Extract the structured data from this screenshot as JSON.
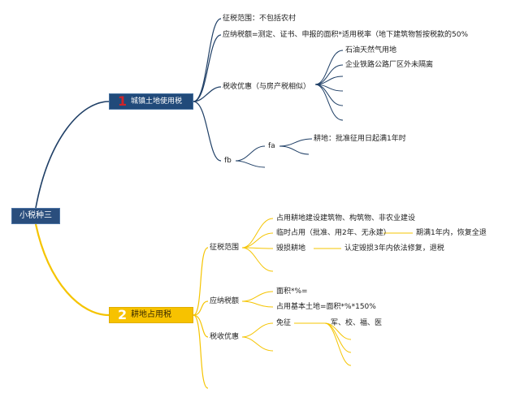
{
  "root": {
    "label": "小税种三"
  },
  "branch1": {
    "number": "1",
    "label": "城镇土地使用税",
    "items": {
      "scope": "征税范围：不包括农村",
      "tax_due": "应纳税额=测定、证书、申报的面积*适用税率（地下建筑物暂按税款的50%",
      "incentives": {
        "label": "税收优惠（与房产税相似）",
        "children": [
          "石油天然气用地",
          "企业铁路公路厂区外未隔离"
        ]
      },
      "fb": {
        "label": "fb",
        "fa": {
          "label": "fa",
          "child": "耕地：批准征用日起满1年时"
        }
      }
    }
  },
  "branch2": {
    "number": "2",
    "label": "耕地占用税",
    "items": {
      "scope": {
        "label": "征税范围",
        "children": [
          "占用耕地建设建筑物、构筑物、非农业建设",
          "临时占用（批准、用2年、无永建）",
          "毁损耕地"
        ],
        "notes": [
          "期满1年内，恢复全退",
          "认定毁损3年内依法修复，退税"
        ]
      },
      "tax_due": {
        "label": "应纳税额",
        "children": [
          "面积*%=",
          "占用基本土地=面积*%*150%"
        ]
      },
      "incentives": {
        "label": "税收优惠",
        "child": "免征",
        "note": "军、校、福、医"
      }
    }
  },
  "colors": {
    "branch1": "#1f3f66",
    "branch2": "#f5c400"
  }
}
